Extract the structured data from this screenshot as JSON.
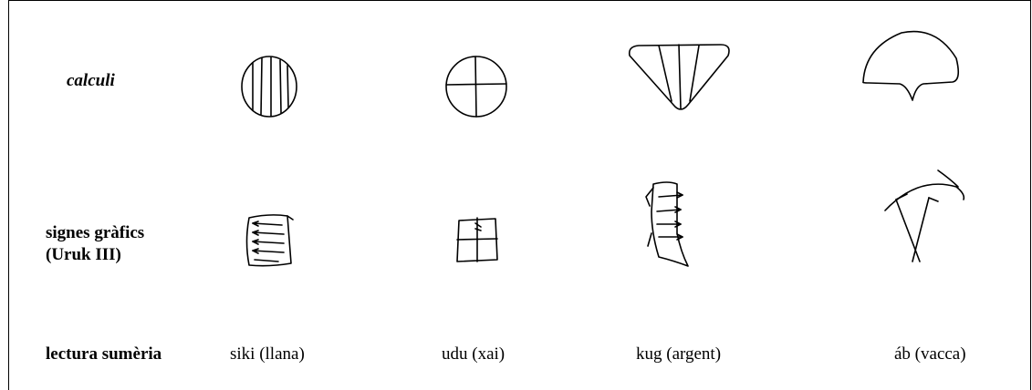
{
  "rows": {
    "calculi": "calculi",
    "signes_line1": "signes gràfics",
    "signes_line2": "(Uruk III)",
    "lectura": "lectura sumèria"
  },
  "signs": [
    {
      "reading": "siki (llana)",
      "calculus_icon": "striped-circle-token",
      "glyph_icon": "siki-glyph"
    },
    {
      "reading": "udu (xai)",
      "calculus_icon": "cross-circle-token",
      "glyph_icon": "udu-glyph"
    },
    {
      "reading": "kug (argent)",
      "calculus_icon": "striped-triangle-token",
      "glyph_icon": "kug-glyph"
    },
    {
      "reading": "áb (vacca)",
      "calculus_icon": "dome-token",
      "glyph_icon": "ab-glyph"
    }
  ]
}
